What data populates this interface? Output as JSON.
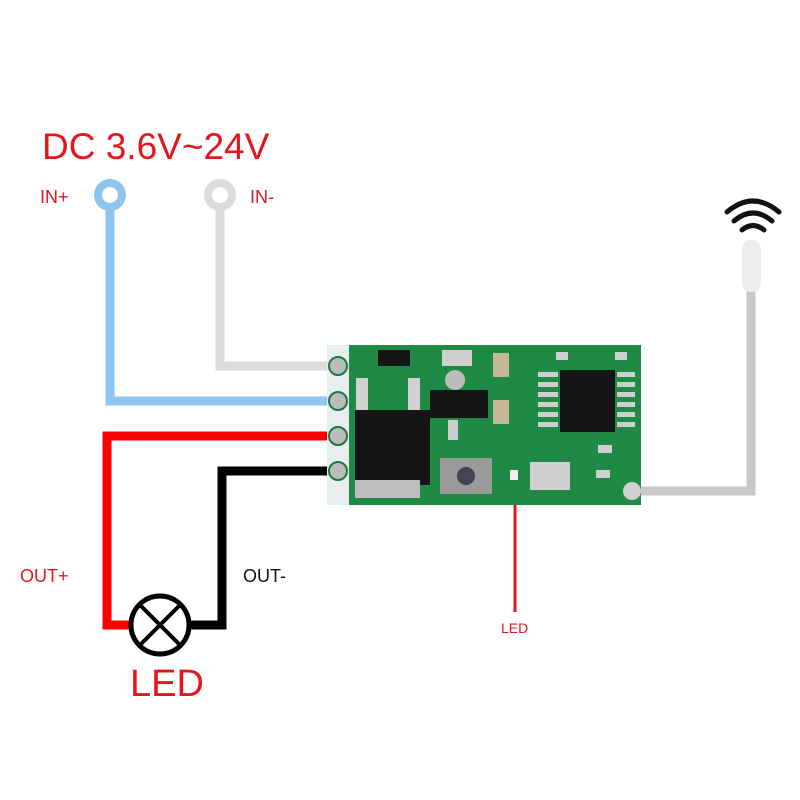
{
  "title": "DC 3.6V~24V",
  "labels": {
    "in_plus": "IN+",
    "in_minus": "IN-",
    "out_plus": "OUT+",
    "out_minus": "OUT-",
    "load": "LED",
    "indicator_led": "LED"
  },
  "colors": {
    "text_red": "#e8141c",
    "wire_in_plus": "#8ec4f0",
    "wire_in_minus": "#dcdcdc",
    "wire_out_plus": "#ff0000",
    "wire_out_minus": "#000000",
    "antenna_wire": "#c8c8c8",
    "pcb": "#1f8a45"
  },
  "icons": [
    "wifi-signal-icon",
    "lamp-icon",
    "antenna-icon",
    "pcb-module"
  ]
}
